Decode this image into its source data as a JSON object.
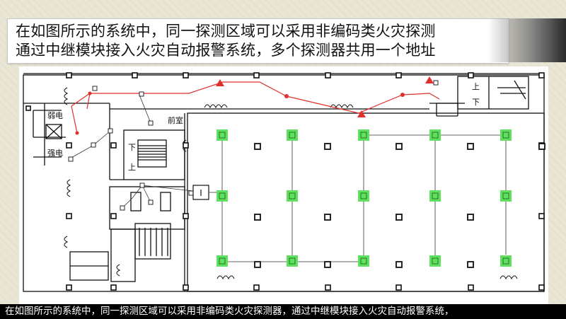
{
  "title": {
    "line1": "在如图所示的系统中，同一探测区域可以采用非编码类火灾探测",
    "line2": "通过中继模块接入火灾自动报警系统，多个探测器共用一个地址"
  },
  "plan_labels": {
    "lobby": "前室",
    "weak_room": "弱电",
    "strong_room": "强电",
    "stair_up_left": "上",
    "stair_down_left": "下",
    "stair_up_right": "上",
    "stair_down_right": "下",
    "relay_module": "I"
  },
  "colors": {
    "detector_green": "#5fe05f",
    "bus_red": "#e0302a",
    "wall_black": "#111111"
  },
  "caption": {
    "text": "在如图所示的系统中，同一探测区域可以采用非编码类火灾探测器，通过中继模块接入火灾自动报警系统，"
  }
}
